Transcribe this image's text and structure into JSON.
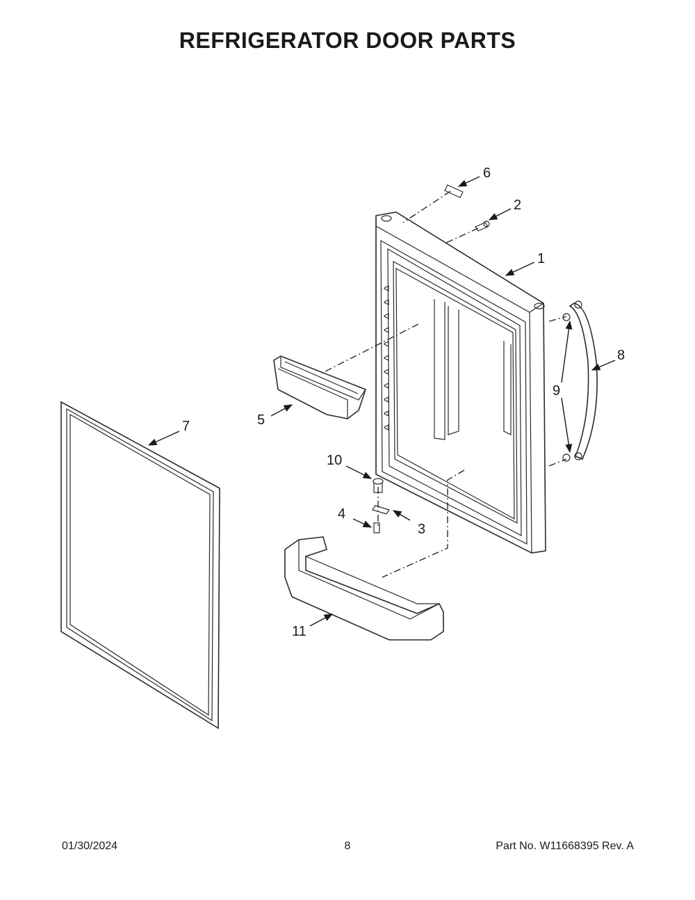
{
  "header": {
    "title": "REFRIGERATOR DOOR PARTS"
  },
  "callouts": {
    "c1": "1",
    "c2": "2",
    "c3": "3",
    "c4": "4",
    "c5": "5",
    "c6": "6",
    "c7": "7",
    "c8": "8",
    "c9": "9",
    "c10": "10",
    "c11": "11"
  },
  "footer": {
    "date": "01/30/2024",
    "page_number": "8",
    "part_info": "Part No.  W11668395  Rev.  A"
  }
}
